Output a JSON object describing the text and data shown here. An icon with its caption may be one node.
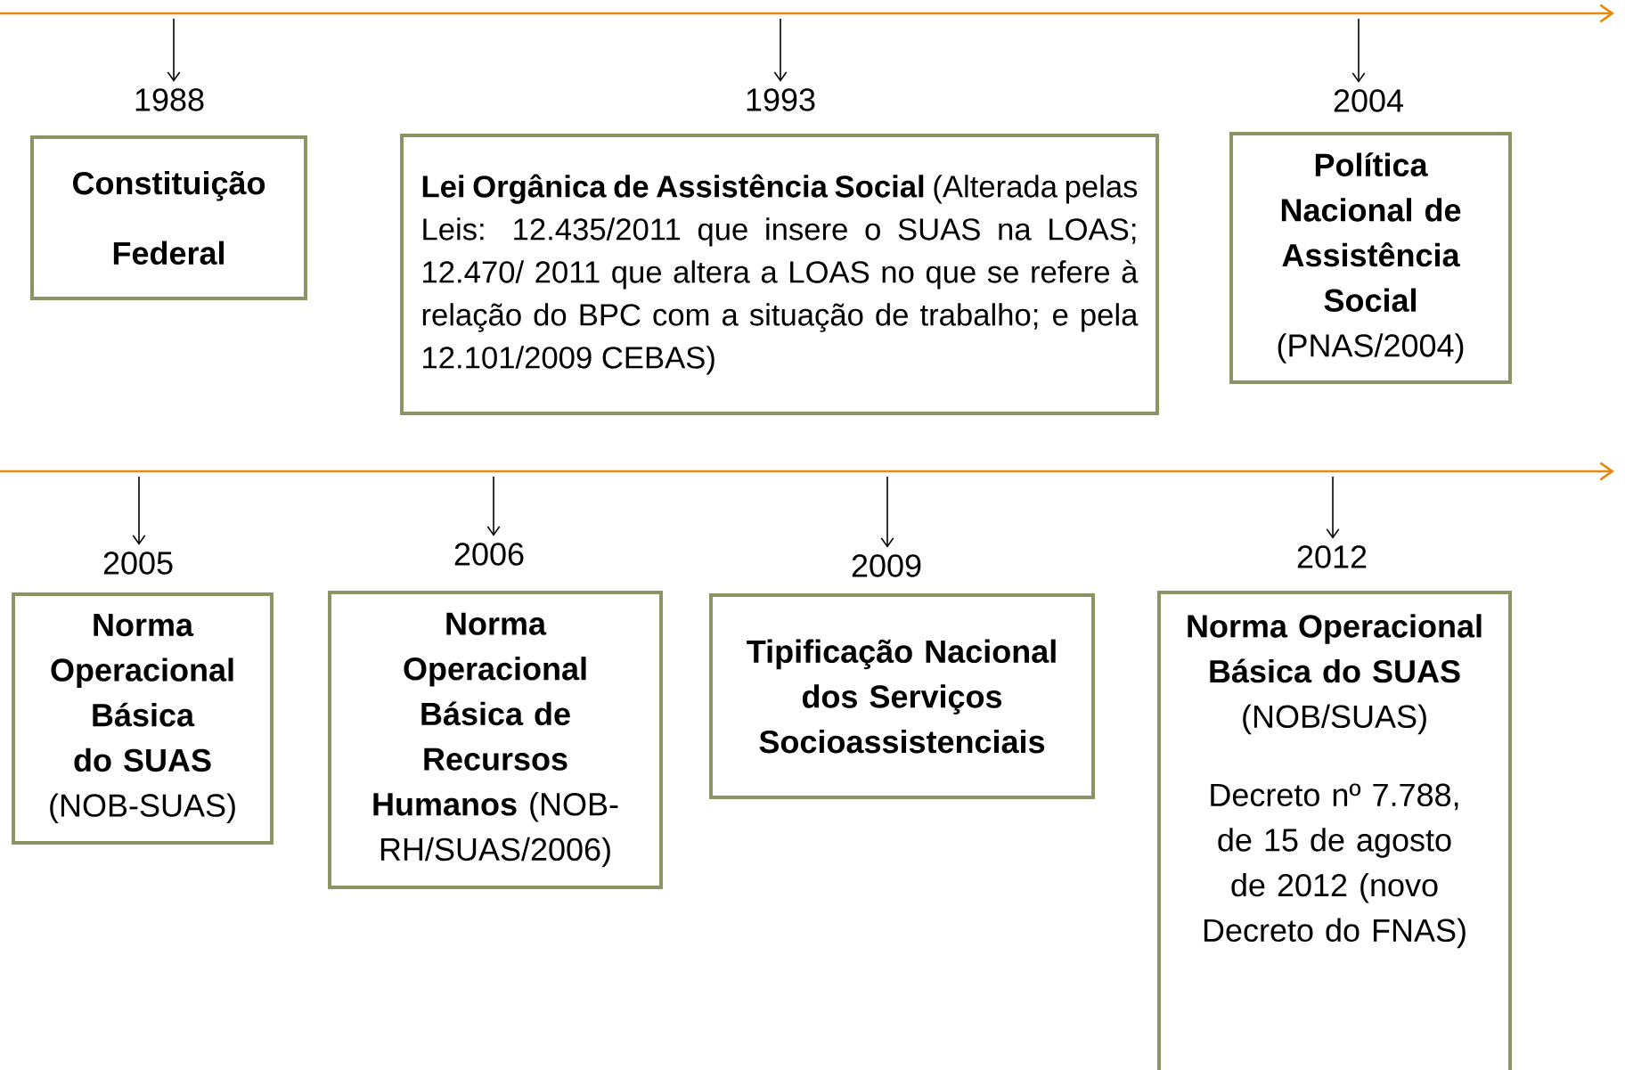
{
  "diagram": {
    "nodes": [
      {
        "text": [
          "1988",
          "Constituição Federal"
        ]
      },
      {
        "text": [
          "1993",
          "Lei Orgânica de Assistência Social",
          "(Alterada pelas Leis:  12.435/2011 que insere o SUAS na LOAS; 12.470/ 2011 que altera a LOAS no que se refere à relação do BPC com a situação de trabalho; e pela 12.101/2009 CEBAS)"
        ]
      },
      {
        "text": [
          "2004",
          "Política Nacional de Assistência Social",
          "(PNAS/2004)"
        ]
      },
      {
        "text": [
          "2005",
          "Norma Operacional Básica do SUAS",
          "(NOB-SUAS)"
        ]
      },
      {
        "text": [
          "2006",
          "Norma Operacional Básica de Recursos Humanos",
          "(NOB-RH/SUAS/2006)"
        ]
      },
      {
        "text": [
          "2009",
          "Tipificação Nacional dos Serviços Socioassistenciais"
        ]
      },
      {
        "text": [
          "2012",
          "Norma Operacional Básica do SUAS",
          "(NOB/SUAS)",
          "Decreto nº 7.788, de 15 de agosto de 2012 (novo Decreto do FNAS)"
        ]
      }
    ],
    "edges": [
      {
        "from": null,
        "to": 0,
        "arrow": "to"
      },
      {
        "from": null,
        "to": 1,
        "arrow": "to"
      },
      {
        "from": null,
        "to": 2,
        "arrow": "to"
      },
      {
        "from": null,
        "to": 3,
        "arrow": "to"
      },
      {
        "from": null,
        "to": 4,
        "arrow": "to"
      },
      {
        "from": null,
        "to": 5,
        "arrow": "to"
      },
      {
        "from": null,
        "to": 6,
        "arrow": "to"
      }
    ]
  }
}
